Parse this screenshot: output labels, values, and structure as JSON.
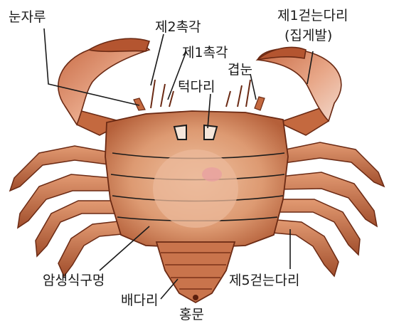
{
  "labels": {
    "eyestalk": "눈자루",
    "antenna2": "제2촉각",
    "antenna1": "제1촉각",
    "compound_eye": "겹눈",
    "jaw_legs": "턱다리",
    "leg1_line1": "제1걷는다리",
    "leg1_line2": "(집게발)",
    "genital_pore": "암생식구멍",
    "leg5": "제5걷는다리",
    "abdomen": "배다리",
    "anus": "홍문"
  },
  "colors": {
    "shell": "#d98a63",
    "shell_dark": "#9c4a2a",
    "plastron": "#e8b48e",
    "claw_tip": "#f2d6c8",
    "outline": "#6b2a14"
  }
}
